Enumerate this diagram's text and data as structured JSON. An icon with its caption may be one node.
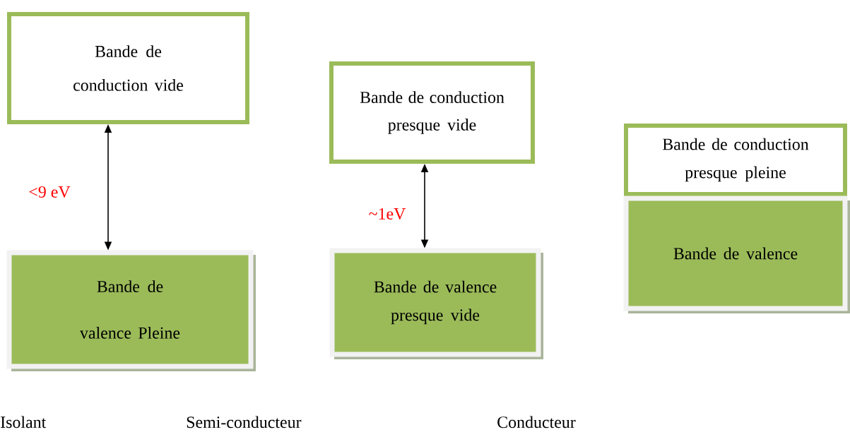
{
  "diagram": {
    "nodes": [
      {
        "text": [
          "Bande de conduction vide"
        ]
      },
      {
        "text": [
          "Bande de valence Pleine"
        ]
      },
      {
        "text": [
          "Bande de conduction presque vide"
        ]
      },
      {
        "text": [
          "Bande de valence presque vide"
        ]
      },
      {
        "text": [
          "Bande de conduction presque pleine"
        ]
      },
      {
        "text": [
          "Bande de valence"
        ]
      }
    ],
    "edges": [
      {
        "from": 0,
        "to": 1,
        "arrow": "both",
        "label": "<9 eV"
      },
      {
        "from": 2,
        "to": 3,
        "arrow": "both",
        "label": "~1eV"
      }
    ],
    "labels": [
      "Isolant",
      "Semi-conducteur",
      "Conducteur"
    ]
  }
}
